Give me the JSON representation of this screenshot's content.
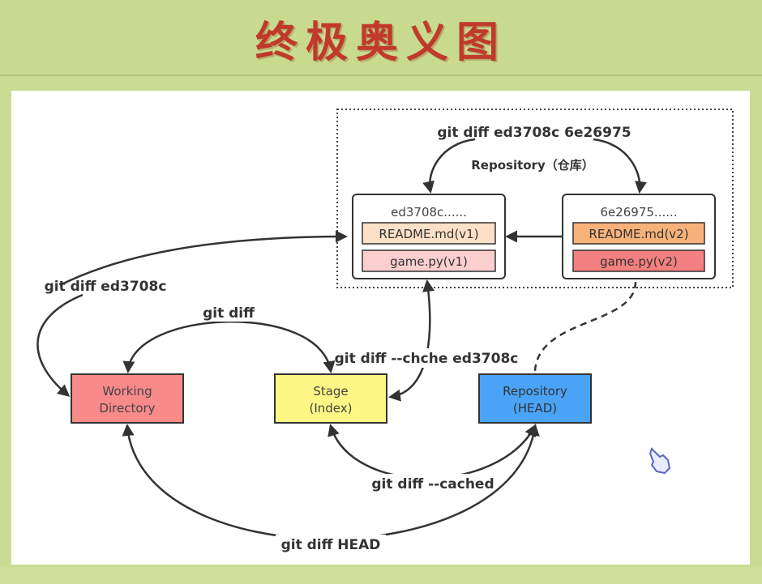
{
  "title": "终极奥义图",
  "diagram": {
    "repository_group_label": "Repository（仓库）",
    "commit_left": {
      "hash": "ed3708c......",
      "files": [
        "README.md(v1)",
        "game.py(v1)"
      ],
      "colors": [
        "#fde0c6",
        "#fccfcf"
      ]
    },
    "commit_right": {
      "hash": "6e26975......",
      "files": [
        "README.md(v2)",
        "game.py(v2)"
      ],
      "colors": [
        "#f7b27a",
        "#f38080"
      ]
    },
    "areas": [
      {
        "line1": "Working",
        "line2": "Directory",
        "color": "#f88a8a"
      },
      {
        "line1": "Stage",
        "line2": "(Index)",
        "color": "#fdf785"
      },
      {
        "line1": "Repository",
        "line2": "(HEAD)",
        "color": "#4aa3f7"
      }
    ],
    "commands": {
      "diff_two_commits": "git diff ed3708c 6e26975",
      "diff_commit": "git diff ed3708c",
      "diff": "git diff",
      "diff_cache_commit": "git diff --chche ed3708c",
      "diff_cached": "git diff --cached",
      "diff_head": "git diff HEAD"
    }
  }
}
